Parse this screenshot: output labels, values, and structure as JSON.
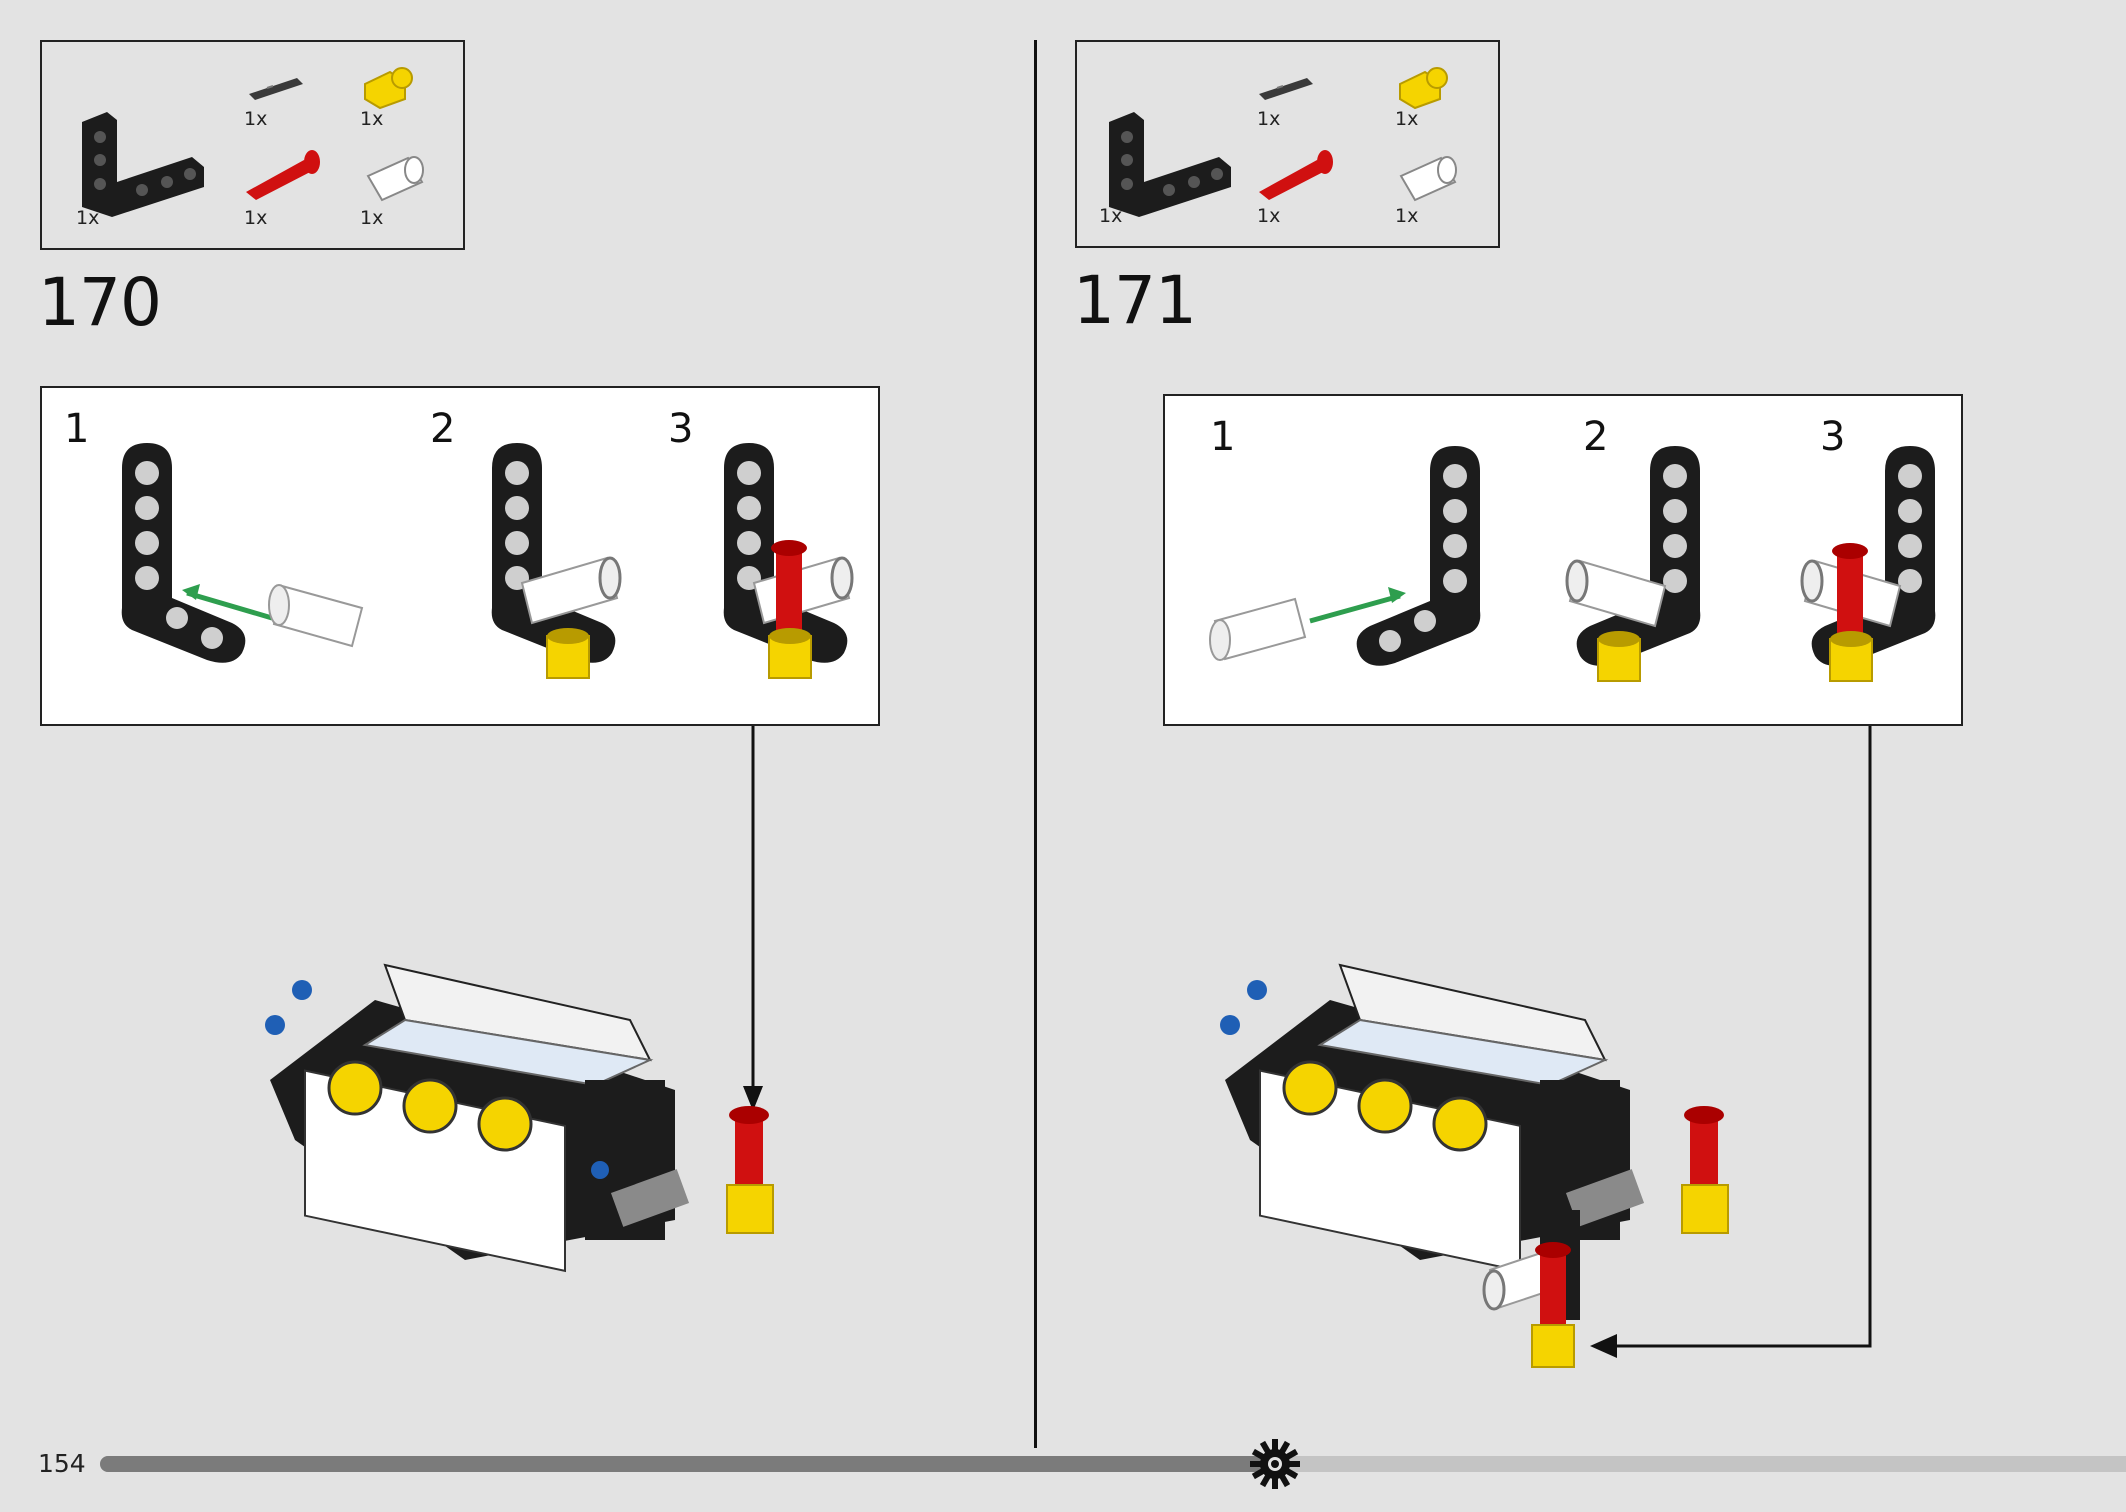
{
  "page": {
    "number": "154",
    "progress": 0.58
  },
  "steps": [
    {
      "number": "170",
      "parts": [
        {
          "name": "l-beam-black",
          "qty": "1x"
        },
        {
          "name": "axle-pin-dark-gray",
          "qty": "1x"
        },
        {
          "name": "bush-yellow",
          "qty": "1x"
        },
        {
          "name": "pin-red",
          "qty": "1x"
        },
        {
          "name": "tube-white",
          "qty": "1x"
        }
      ],
      "substeps": [
        "1",
        "2",
        "3"
      ]
    },
    {
      "number": "171",
      "parts": [
        {
          "name": "l-beam-black",
          "qty": "1x"
        },
        {
          "name": "axle-pin-dark-gray",
          "qty": "1x"
        },
        {
          "name": "bush-yellow",
          "qty": "1x"
        },
        {
          "name": "pin-red",
          "qty": "1x"
        },
        {
          "name": "tube-white",
          "qty": "1x"
        }
      ],
      "substeps": [
        "1",
        "2",
        "3"
      ]
    }
  ],
  "colors": {
    "black": "#1c1c1c",
    "red": "#d01010",
    "yellow": "#f5d400",
    "white": "#ffffff",
    "green": "#2e9e4e",
    "blue": "#1f5fb5",
    "gray": "#8a8a8a"
  },
  "icons": {
    "sub_assembly": "gear-icon"
  }
}
